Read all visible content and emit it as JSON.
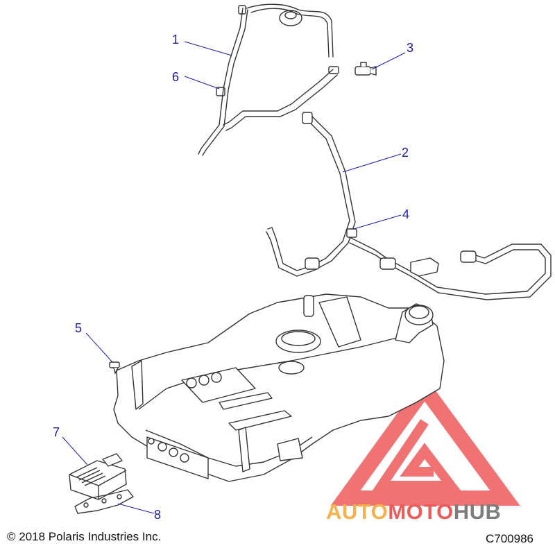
{
  "callouts": [
    {
      "id": "1",
      "label": "1"
    },
    {
      "id": "2",
      "label": "2"
    },
    {
      "id": "3",
      "label": "3"
    },
    {
      "id": "4",
      "label": "4"
    },
    {
      "id": "5",
      "label": "5"
    },
    {
      "id": "6",
      "label": "6"
    },
    {
      "id": "7",
      "label": "7"
    },
    {
      "id": "8",
      "label": "8"
    }
  ],
  "footer": {
    "copyright": "© 2018 Polaris Industries Inc.",
    "diagram_code": "C700986"
  },
  "watermark": {
    "part1": "AUTO",
    "part2": "MOTO",
    "part3": "HUB"
  },
  "colors": {
    "callout": "#1a1aa6",
    "watermark_orange": "#f6b24a",
    "watermark_red": "#ef5a5a",
    "watermark_gray": "#7d7d7d"
  }
}
